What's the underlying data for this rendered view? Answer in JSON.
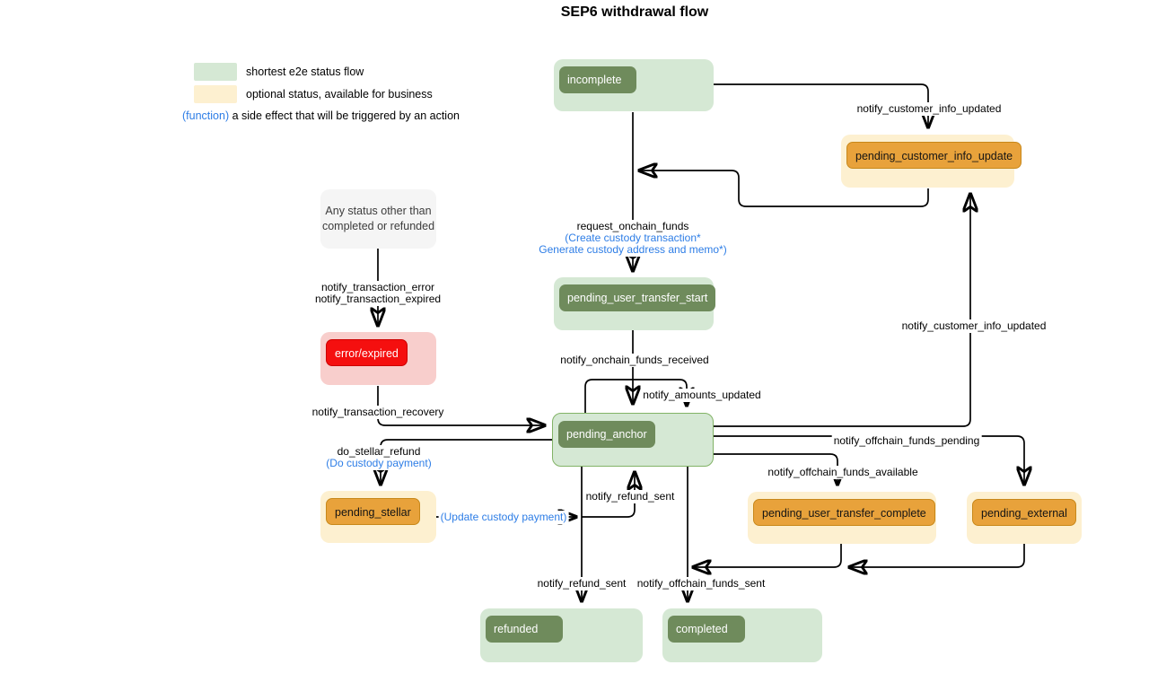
{
  "title": "SEP6 withdrawal flow",
  "legend": {
    "green_label": "shortest e2e status flow",
    "yellow_label": "optional status, available for business",
    "function_token": "(function)",
    "function_desc": " a side effect that will be triggered by an action"
  },
  "colors": {
    "green_light": "#d5e8d4",
    "green_dark": "#6f8b5c",
    "green_border": "#82b366",
    "yellow_light": "#fdf0d0",
    "orange": "#e8a23b",
    "orange_border": "#c8881a",
    "red_light": "#f8cecc",
    "red": "#f50f0f",
    "gray_note": "#f5f5f5",
    "fn_blue": "#2d7de6"
  },
  "note": {
    "lines": [
      "Any status other than",
      "completed or refunded"
    ]
  },
  "nodes": [
    {
      "id": "incomplete",
      "label": "incomplete",
      "kind": "green"
    },
    {
      "id": "pending_customer_info_update",
      "label": "pending_customer_info_update",
      "kind": "yellow"
    },
    {
      "id": "pending_user_transfer_start",
      "label": "pending_user_transfer_start",
      "kind": "green"
    },
    {
      "id": "error_expired",
      "label": "error/expired",
      "kind": "red"
    },
    {
      "id": "pending_stellar",
      "label": "pending_stellar",
      "kind": "yellow"
    },
    {
      "id": "pending_anchor",
      "label": "pending_anchor",
      "kind": "green-outlined"
    },
    {
      "id": "pending_user_transfer_complete",
      "label": "pending_user_transfer_complete",
      "kind": "yellow"
    },
    {
      "id": "pending_external",
      "label": "pending_external",
      "kind": "yellow"
    },
    {
      "id": "refunded",
      "label": "refunded",
      "kind": "green"
    },
    {
      "id": "completed",
      "label": "completed",
      "kind": "green"
    }
  ],
  "edge_labels": [
    {
      "id": "customer_info_top",
      "lines": [
        {
          "t": "notify_customer_info_updated",
          "c": "default"
        }
      ]
    },
    {
      "id": "request_onchain",
      "lines": [
        {
          "t": "request_onchain_funds",
          "c": "default"
        },
        {
          "t": "(Create custody transaction*",
          "c": "fn"
        },
        {
          "t": "Generate custody address and memo*)",
          "c": "fn"
        }
      ]
    },
    {
      "id": "onchain_received",
      "lines": [
        {
          "t": "notify_onchain_funds_received",
          "c": "default"
        }
      ]
    },
    {
      "id": "amounts_updated",
      "lines": [
        {
          "t": "notify_amounts_updated",
          "c": "default"
        }
      ]
    },
    {
      "id": "transaction_error",
      "lines": [
        {
          "t": "notify_transaction_error",
          "c": "default"
        },
        {
          "t": "notify_transaction_expired",
          "c": "default"
        }
      ]
    },
    {
      "id": "transaction_recovery",
      "lines": [
        {
          "t": "notify_transaction_recovery",
          "c": "default"
        }
      ]
    },
    {
      "id": "do_stellar_refund",
      "lines": [
        {
          "t": "do_stellar_refund",
          "c": "default"
        },
        {
          "t": "(Do custody payment)",
          "c": "fn"
        }
      ]
    },
    {
      "id": "update_custody",
      "lines": [
        {
          "t": "(Update custody payment)",
          "c": "fn"
        }
      ]
    },
    {
      "id": "refund_sent_up",
      "lines": [
        {
          "t": "notify_refund_sent",
          "c": "default"
        }
      ]
    },
    {
      "id": "refund_sent_down",
      "lines": [
        {
          "t": "notify_refund_sent",
          "c": "default"
        }
      ]
    },
    {
      "id": "offchain_sent",
      "lines": [
        {
          "t": "notify_offchain_funds_sent",
          "c": "default"
        }
      ]
    },
    {
      "id": "offchain_pending",
      "lines": [
        {
          "t": "notify_offchain_funds_pending",
          "c": "default"
        }
      ]
    },
    {
      "id": "offchain_available",
      "lines": [
        {
          "t": "notify_offchain_funds_available",
          "c": "default"
        }
      ]
    },
    {
      "id": "customer_info_right",
      "lines": [
        {
          "t": "notify_customer_info_updated",
          "c": "default"
        }
      ]
    }
  ]
}
